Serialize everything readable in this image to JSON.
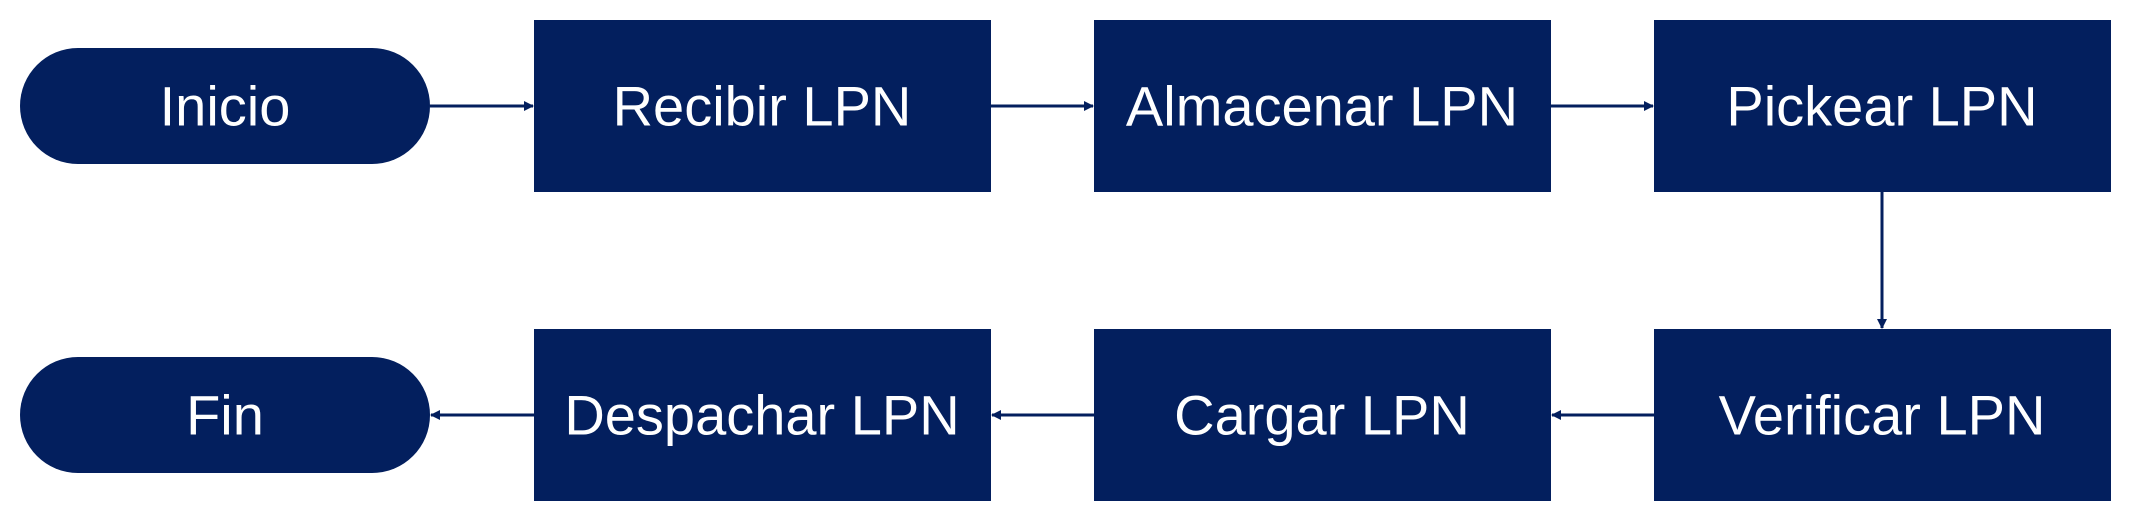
{
  "colors": {
    "node_fill": "#031F5E",
    "connector": "#031F5E",
    "text": "#FFFFFF",
    "background": "#FFFFFF"
  },
  "nodes": {
    "inicio": "Inicio",
    "recibir": "Recibir LPN",
    "almacenar": "Almacenar LPN",
    "pickear": "Pickear LPN",
    "verificar": "Verificar LPN",
    "cargar": "Cargar LPN",
    "despachar": "Despachar LPN",
    "fin": "Fin"
  }
}
